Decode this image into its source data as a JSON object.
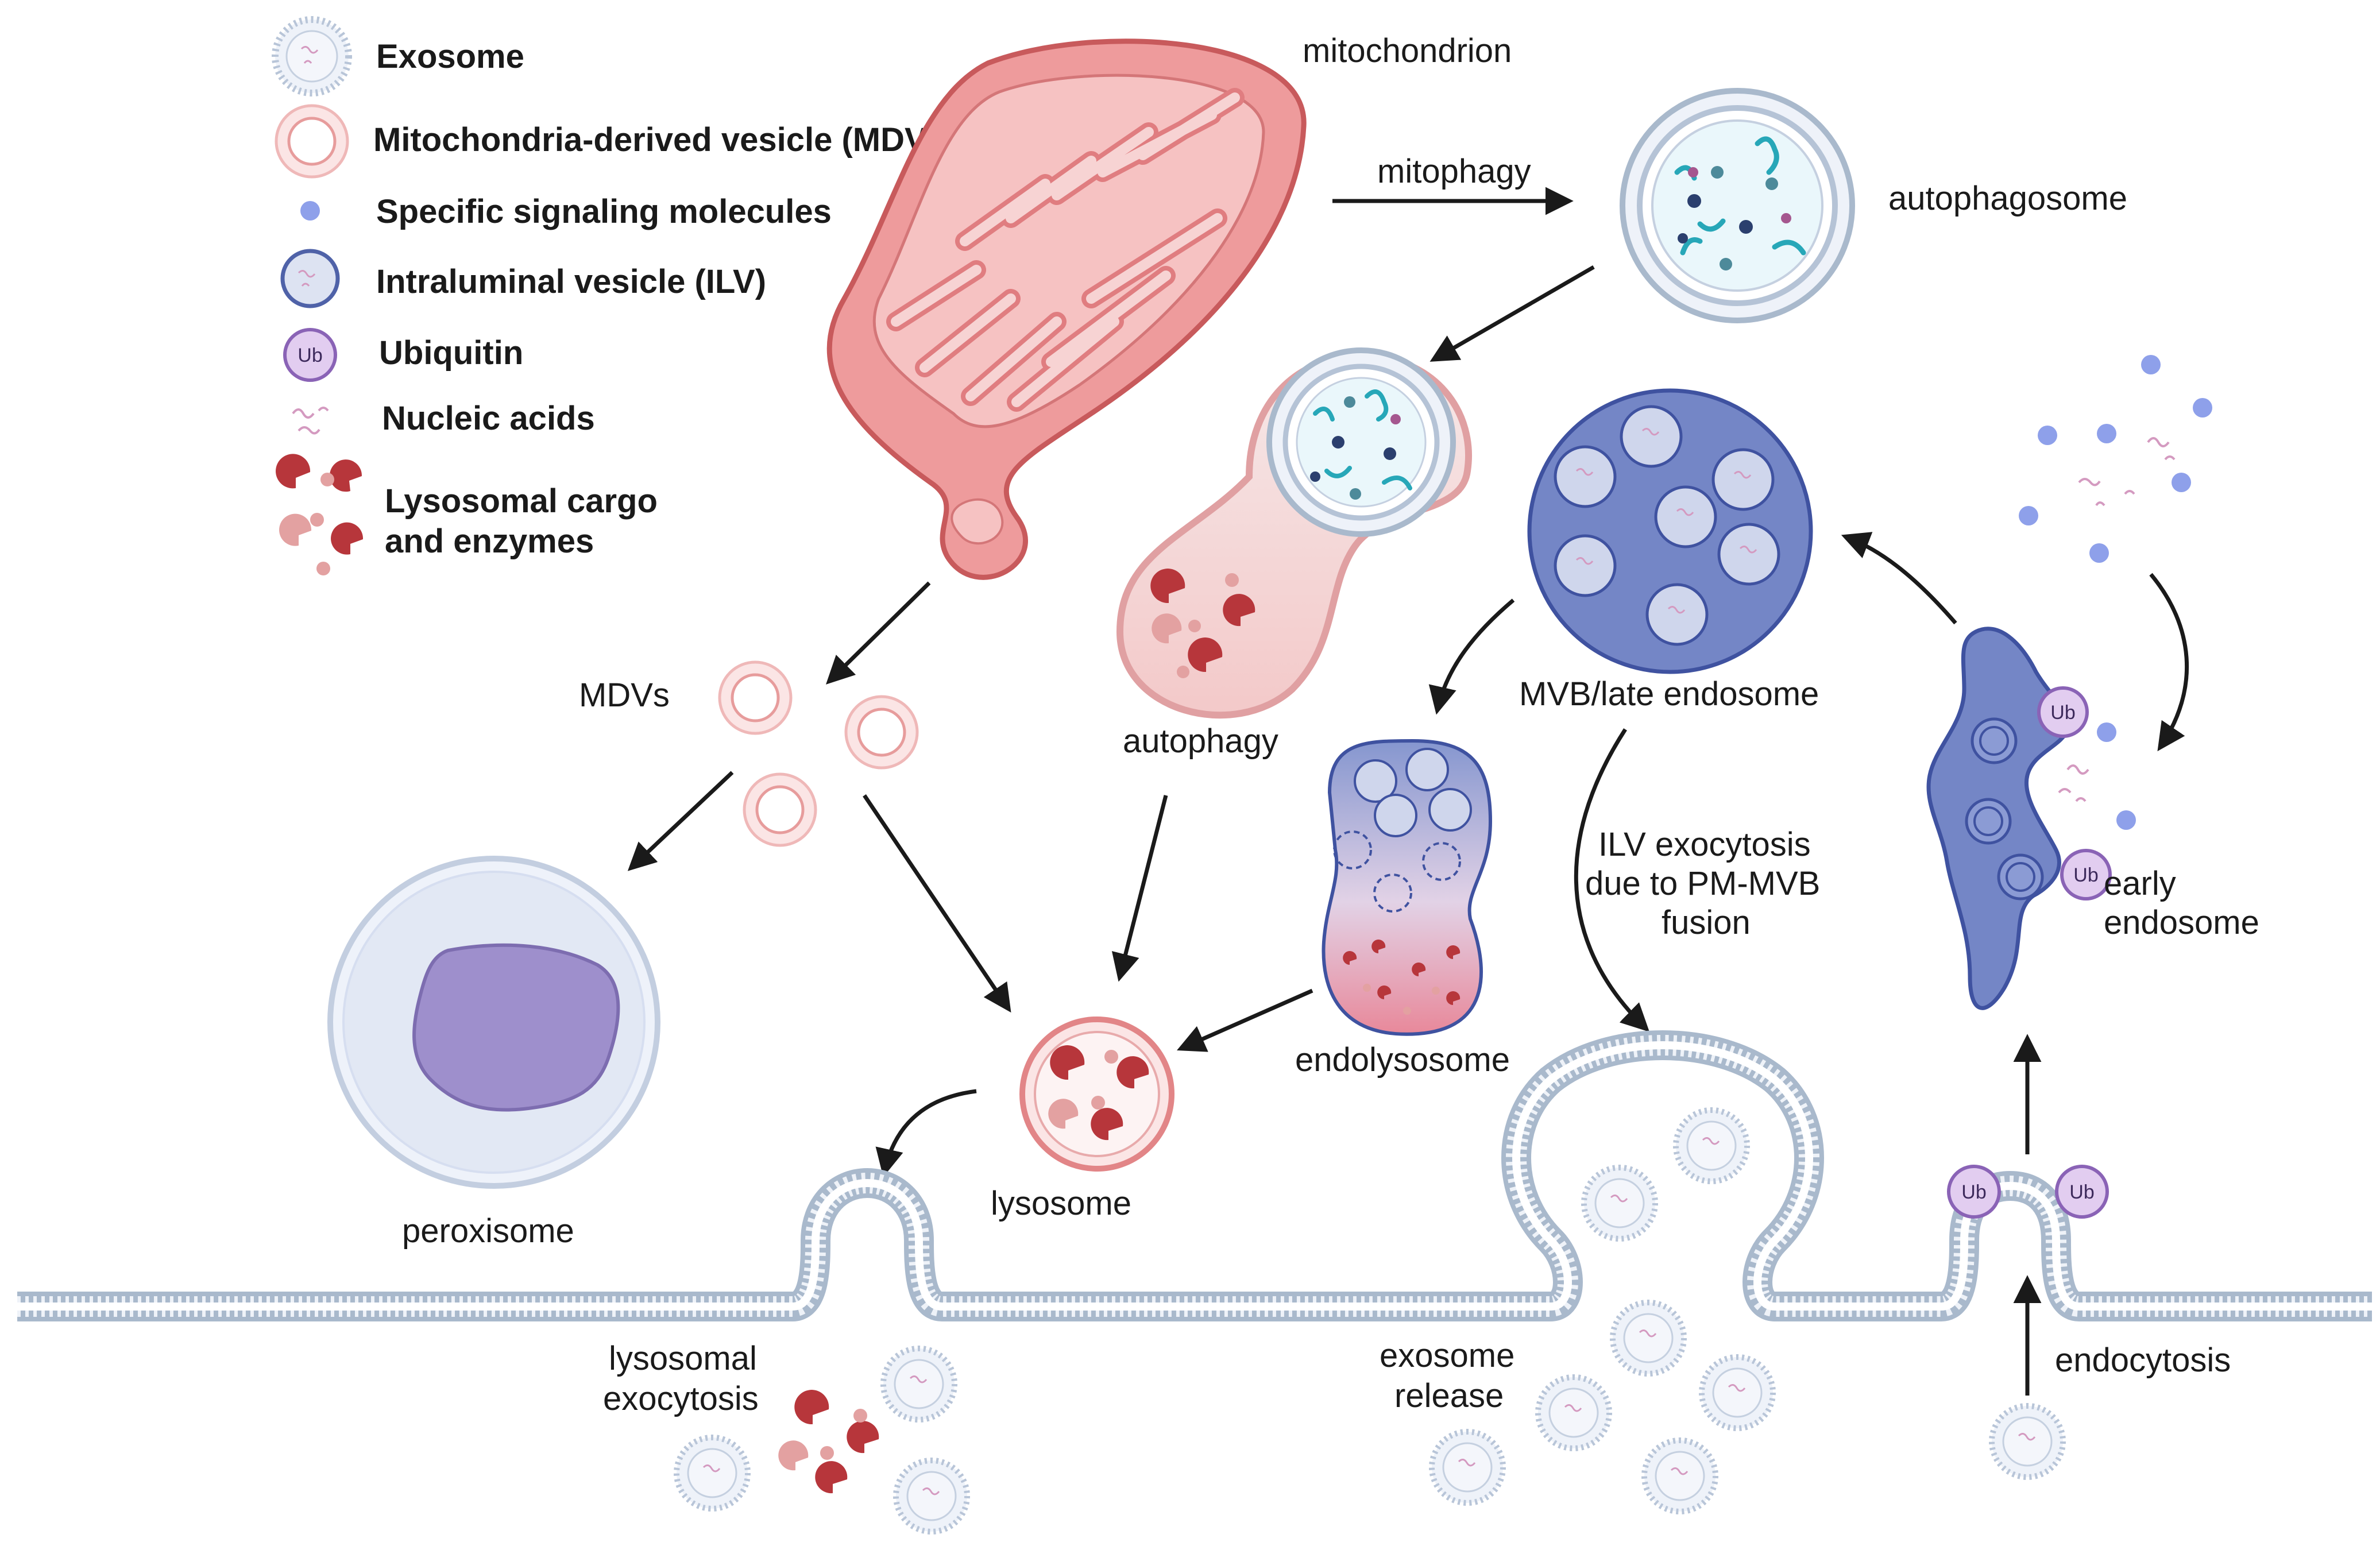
{
  "legend": {
    "exosome": "Exosome",
    "mdv": "Mitochondria-derived vesicle (MDV)",
    "signaling": "Specific signaling molecules",
    "ilv": "Intraluminal vesicle (ILV)",
    "ubiquitin": "Ubiquitin",
    "nucleic": "Nucleic acids",
    "lyso_cargo_1": "Lysosomal cargo",
    "lyso_cargo_2": "and enzymes"
  },
  "labels": {
    "mitochondrion": "mitochondrion",
    "mitophagy": "mitophagy",
    "autophagosome": "autophagosome",
    "mvb": "MVB/late endosome",
    "autophagy": "autophagy",
    "mdvs": "MDVs",
    "endolysosome": "endolysosome",
    "ilv_exo_1": "ILV exocytosis",
    "ilv_exo_2": "due to PM-MVB",
    "ilv_exo_3": "fusion",
    "early_1": "early",
    "early_2": "endosome",
    "peroxisome": "peroxisome",
    "lysosome": "lysosome",
    "lyso_exo_1": "lysosomal",
    "lyso_exo_2": "exocytosis",
    "exo_release_1": "exosome",
    "exo_release_2": "release",
    "endocytosis": "endocytosis",
    "ub": "Ub"
  },
  "colors": {
    "mito_fill": "#e8898a",
    "mito_stroke": "#c85a5c",
    "membrane": "#a9b9cc",
    "mvb_fill": "#7486c6",
    "mvb_stroke": "#3f52a0",
    "ilv_fill": "#cfd6ec",
    "ub_fill": "#e2cdf0",
    "ub_stroke": "#8a63b6",
    "lyso_cargo": "#b7363b",
    "signal_dot": "#8ea0ea",
    "peroxisome_fill": "#e4e9f5",
    "peroxisome_core": "#9e8fcc"
  }
}
